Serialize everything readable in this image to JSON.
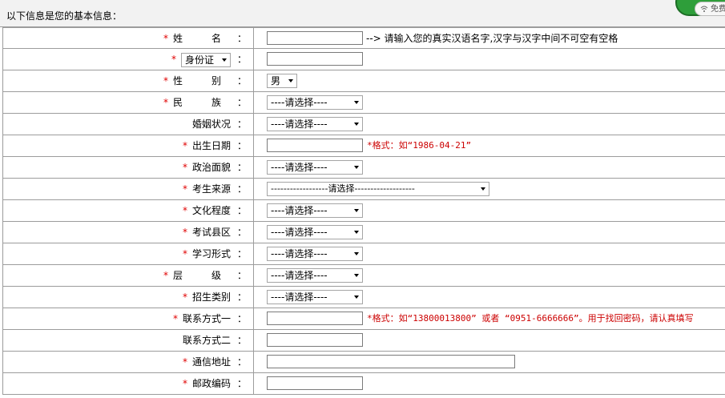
{
  "header": {
    "title": "以下信息是您的基本信息：",
    "badge_text": "免费"
  },
  "fields": {
    "name": {
      "label": "姓　名",
      "hint": "--> 请输入您的真实汉语名字,汉字与汉字中间不可空有空格"
    },
    "id_type": {
      "selected": "身份证"
    },
    "gender": {
      "label": "性　别",
      "selected": "男"
    },
    "ethnicity": {
      "label": "民　族",
      "selected": "----请选择----"
    },
    "marital": {
      "label": "婚姻状况",
      "selected": "----请选择----"
    },
    "birthdate": {
      "label": "出生日期",
      "hint": "*格式：如“1986-04-21”"
    },
    "political": {
      "label": "政治面貌",
      "selected": "----请选择----"
    },
    "source": {
      "label": "考生来源",
      "selected": "------------------请选择-------------------"
    },
    "education": {
      "label": "文化程度",
      "selected": "----请选择----"
    },
    "county": {
      "label": "考试县区",
      "selected": "----请选择----"
    },
    "study_mode": {
      "label": "学习形式",
      "selected": "----请选择----"
    },
    "level": {
      "label": "层　级",
      "selected": "----请选择----"
    },
    "category": {
      "label": "招生类别",
      "selected": "----请选择----"
    },
    "contact1": {
      "label": "联系方式一",
      "hint": "*格式：如“13800013800” 或者 “0951-6666666”。用于找回密码，请认真填写"
    },
    "contact2": {
      "label": "联系方式二"
    },
    "address": {
      "label": "通信地址"
    },
    "postcode": {
      "label": "邮政编码"
    }
  },
  "required_mark": "*",
  "colon": "："
}
